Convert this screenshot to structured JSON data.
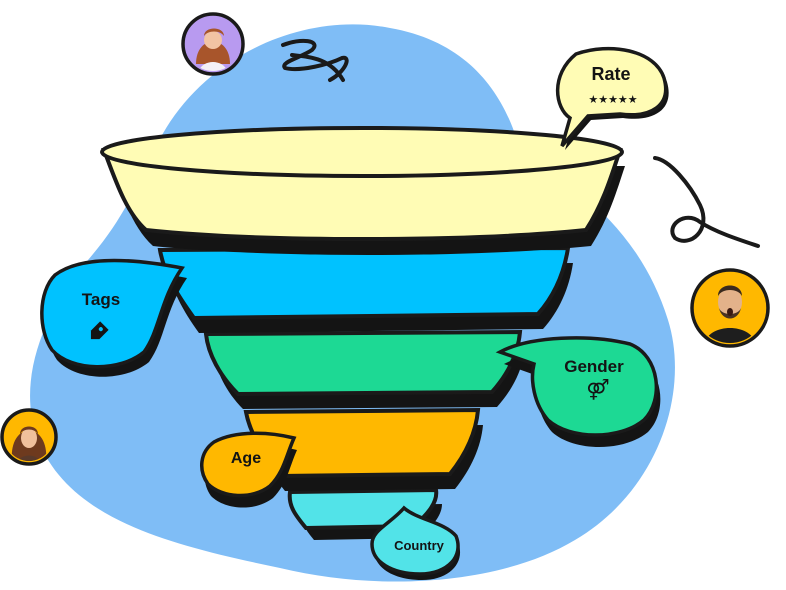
{
  "funnel": {
    "layers": [
      {
        "id": "rate",
        "fill": "#FFFCB5"
      },
      {
        "id": "tags",
        "fill": "#00C2FF"
      },
      {
        "id": "gender",
        "fill": "#1DD994"
      },
      {
        "id": "age",
        "fill": "#FFB800"
      },
      {
        "id": "country",
        "fill": "#52E3E8"
      }
    ]
  },
  "labels": {
    "rate": "Rate",
    "rate_stars": "★★★★★",
    "tags": "Tags",
    "gender": "Gender",
    "gender_symbol": "⚤",
    "age": "Age",
    "country": "Country"
  },
  "icons": {
    "tags": "tag-icon",
    "gender": "gender-symbol-icon",
    "rate": "star-rating-icon"
  },
  "avatars": [
    {
      "name": "woman-purple-background",
      "color": "#B89AF0"
    },
    {
      "name": "man-surprised",
      "color": "#FFB800"
    },
    {
      "name": "woman-brown-hair",
      "color": "#FFB800"
    }
  ],
  "colors": {
    "blob": "#7FBDF6",
    "outline": "#1A1A1A",
    "bubble_rate": "#FFFCB5",
    "bubble_tags": "#00C2FF",
    "bubble_gender": "#1DD994",
    "bubble_age": "#FFB800",
    "bubble_country": "#52E3E8"
  }
}
